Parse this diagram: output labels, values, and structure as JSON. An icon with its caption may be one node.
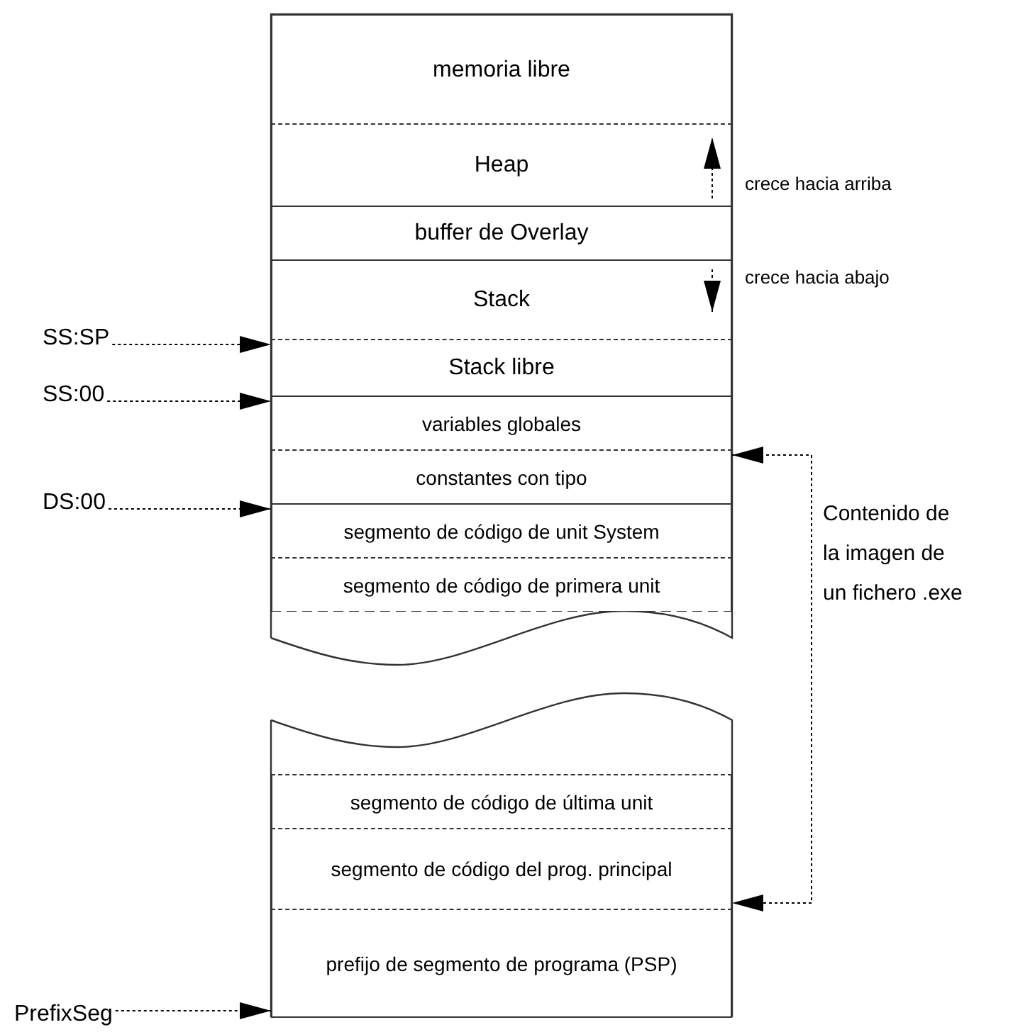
{
  "diagram": {
    "nodes": [
      {
        "text": [
          "memoria libre"
        ]
      },
      {
        "text": [
          "Heap"
        ]
      },
      {
        "text": [
          "buffer de Overlay"
        ]
      },
      {
        "text": [
          "Stack"
        ]
      },
      {
        "text": [
          "Stack libre"
        ]
      },
      {
        "text": [
          "variables globales"
        ]
      },
      {
        "text": [
          "constantes con tipo"
        ]
      },
      {
        "text": [
          "segmento de código de unit System"
        ]
      },
      {
        "text": [
          "segmento de código de primera unit"
        ]
      },
      {
        "text": [
          "segmento de código de última unit"
        ]
      },
      {
        "text": [
          "segmento de código del prog. principal"
        ]
      },
      {
        "text": [
          "prefijo de segmento de programa (PSP)"
        ]
      },
      {
        "text": [
          "SS:SP"
        ]
      },
      {
        "text": [
          "SS:00"
        ]
      },
      {
        "text": [
          "DS:00"
        ]
      },
      {
        "text": [
          "PrefixSeg"
        ]
      }
    ],
    "edges": [
      {
        "from": 12,
        "to": 4,
        "arrow": "to"
      },
      {
        "from": 13,
        "to": 5,
        "arrow": "to"
      },
      {
        "from": 14,
        "to": 7,
        "arrow": "to"
      },
      {
        "from": 15,
        "to": 11,
        "arrow": "to"
      },
      {
        "from": 6,
        "to": 10,
        "arrow": "both",
        "label": "Contenido de la imagen de un fichero .exe"
      }
    ],
    "labels": [
      "crece hacia arriba",
      "crece hacia abajo"
    ]
  }
}
